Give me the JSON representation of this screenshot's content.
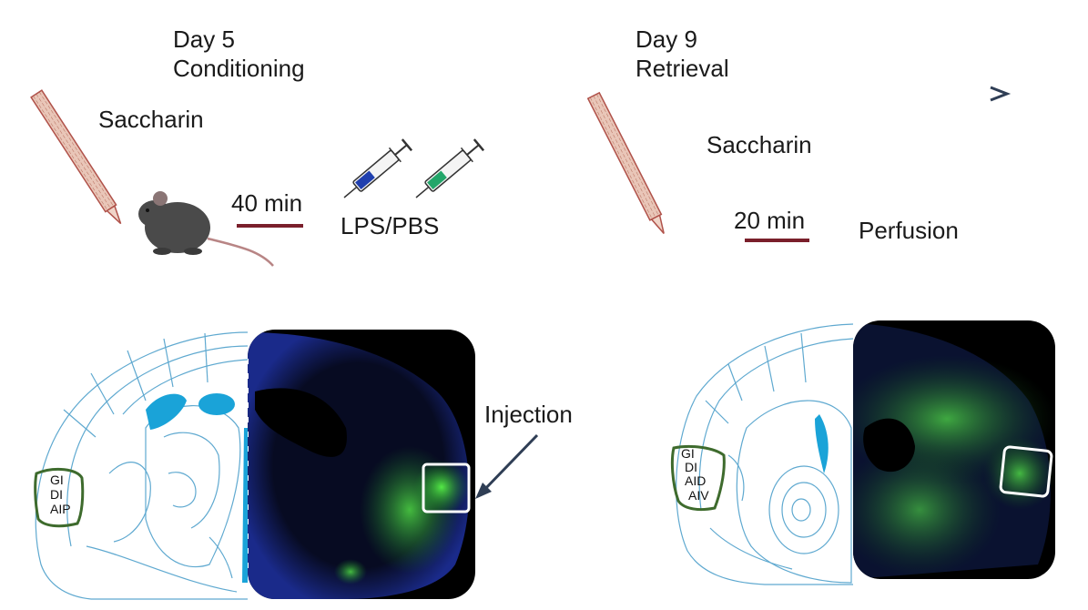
{
  "timeline": {
    "day5": {
      "day": "Day 5",
      "event": "Conditioning"
    },
    "day9": {
      "day": "Day 9",
      "event": "Retrieval"
    }
  },
  "conditioning": {
    "stimulus": "Saccharin",
    "duration": "40 min",
    "injection": "LPS/PBS",
    "syringe_colors": [
      "#1f3fae",
      "#23a66a"
    ]
  },
  "retrieval": {
    "stimulus": "Saccharin",
    "duration": "20 min",
    "endpoint": "Perfusion"
  },
  "brain_left": {
    "regions": [
      "GI",
      "DI",
      "AIP"
    ],
    "callout": "Injection"
  },
  "brain_right": {
    "regions": [
      "GI",
      "DI",
      "AID",
      "AIV"
    ]
  },
  "colors": {
    "timeline_arrow": "#2f3e55",
    "duration_bar": "#7a1f2b",
    "region_outline": "#3e6b2d",
    "atlas_line": "#5fa9d0",
    "ventricle": "#1aa3d8",
    "tissue_bg": "#0a0f2a",
    "tissue_fluor": "#3fd23f"
  }
}
